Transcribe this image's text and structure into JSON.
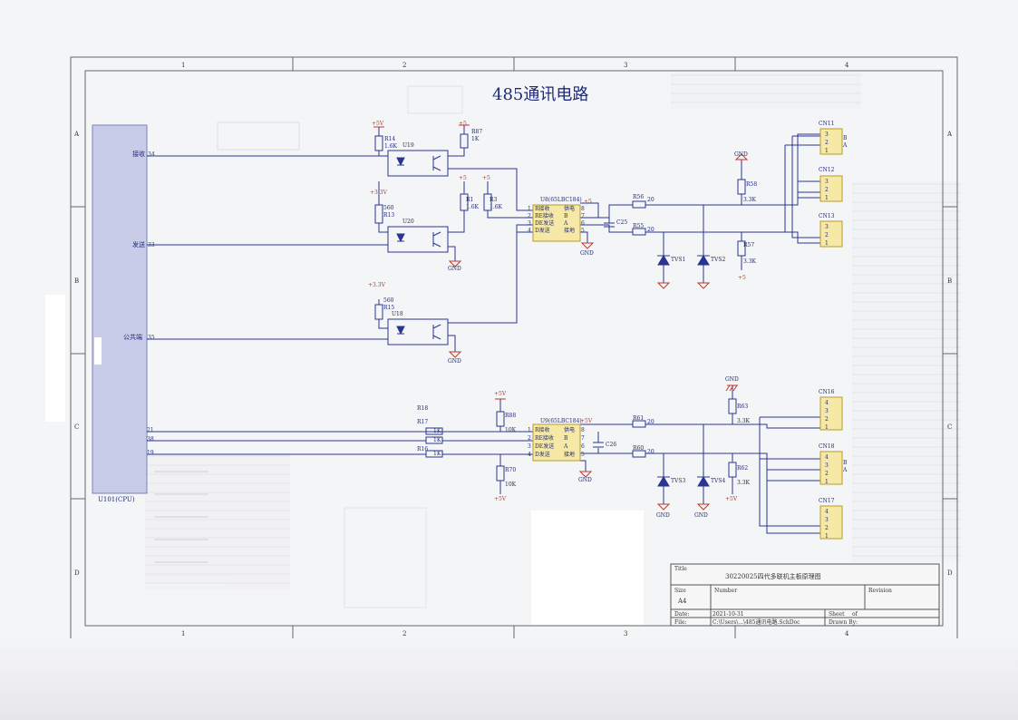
{
  "diagram": {
    "title": "485通讯电路",
    "columns": [
      "1",
      "2",
      "3",
      "4"
    ],
    "rows": [
      "A",
      "B",
      "C",
      "D"
    ],
    "mcu": {
      "ref": "U101(CPU)",
      "pins": [
        {
          "label": "接收",
          "num": "34"
        },
        {
          "label": "发送",
          "num": "33"
        },
        {
          "label": "公共端",
          "num": "35"
        },
        {
          "label": "",
          "num": "21"
        },
        {
          "label": "",
          "num": "38"
        },
        {
          "label": "",
          "num": "19"
        }
      ]
    },
    "power": {
      "p5v": "+5V",
      "p5": "+5",
      "p33v": "+3.3V",
      "gnd": "GND"
    },
    "opto": [
      "U19",
      "U20",
      "U18"
    ],
    "resistors": {
      "R14": "R14",
      "R14v": "1.6K",
      "R87": "R87",
      "R87v": "1K",
      "R13": "R13",
      "R13v": "560",
      "R15": "R15",
      "R15v": "560",
      "R1": "R1",
      "R1v": "1.6K",
      "R3": "R3",
      "R3v": "1.6K",
      "R56": "R56",
      "R55": "R55",
      "r20": "20",
      "R58": "R58",
      "R57": "R57",
      "r33k": "3.3K",
      "R18": "R18",
      "R17": "R17",
      "R16": "R16",
      "r1k": "1K",
      "R88": "R88",
      "R70": "R70",
      "r10k": "10K",
      "R61": "R61",
      "R60": "R60",
      "R63": "R63",
      "R62": "R62"
    },
    "ic1": {
      "name": "U8(65LBC184)",
      "pins_left": [
        "R接收",
        "RE接收",
        "DE发送",
        "D发送"
      ],
      "pins_right": [
        "供电",
        "B",
        "A",
        "接地"
      ],
      "nums_left": [
        "1",
        "2",
        "3",
        "4"
      ],
      "nums_right": [
        "8",
        "7",
        "6",
        "5"
      ]
    },
    "ic2": {
      "name": "U9(65LBC184)",
      "pins_left": [
        "R接收",
        "RE接收",
        "DE发送",
        "D发送"
      ],
      "pins_right": [
        "供电",
        "B",
        "A",
        "接地"
      ],
      "nums_left": [
        "1",
        "2",
        "3",
        "4"
      ],
      "nums_right": [
        "8",
        "7",
        "6",
        "5"
      ]
    },
    "caps": [
      "C25",
      "C26"
    ],
    "tvs": [
      "TVS1",
      "TVS2",
      "TVS3",
      "TVS4"
    ],
    "connectors": [
      {
        "ref": "CN11",
        "pins": [
          "3",
          "2",
          "1"
        ],
        "side": [
          "B",
          "A"
        ]
      },
      {
        "ref": "CN12",
        "pins": [
          "3",
          "2",
          "1"
        ],
        "side": []
      },
      {
        "ref": "CN13",
        "pins": [
          "3",
          "2",
          "1"
        ],
        "side": []
      },
      {
        "ref": "CN16",
        "pins": [
          "4",
          "3",
          "2",
          "1"
        ],
        "side": []
      },
      {
        "ref": "CN18",
        "pins": [
          "4",
          "3",
          "2",
          "1"
        ],
        "side": [
          "B",
          "A"
        ]
      },
      {
        "ref": "CN17",
        "pins": [
          "4",
          "3",
          "2",
          "1"
        ],
        "side": []
      }
    ],
    "title_block": {
      "title_label": "Title",
      "title": "30220025四代多联机主板原理图",
      "size_label": "Size",
      "size": "A4",
      "number_label": "Number",
      "revision_label": "Revision",
      "date_label": "Date:",
      "date": "2021-10-31",
      "file_label": "File:",
      "file": "C:\\Users\\...\\485通讯电路.SchDoc",
      "sheet_label": "Sheet",
      "of_label": "of",
      "drawn_label": "Drawn By:"
    }
  }
}
